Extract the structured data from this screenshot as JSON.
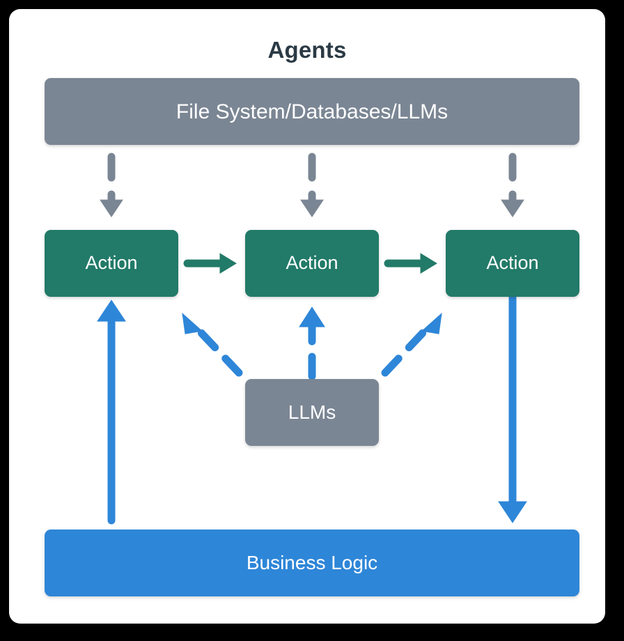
{
  "diagram": {
    "title": "Agents",
    "frame": {
      "background": "#000000",
      "card_background": "#ffffff"
    },
    "colors": {
      "gray": "#7b8694",
      "green": "#227a68",
      "blue": "#2e86d8",
      "title": "#2b3a45",
      "node_text": "#ffffff"
    },
    "nodes": {
      "datasources": {
        "label": "File System/Databases/LLMs",
        "color": "#7b8694"
      },
      "action_1": {
        "label": "Action",
        "color": "#227a68"
      },
      "action_2": {
        "label": "Action",
        "color": "#227a68"
      },
      "action_3": {
        "label": "Action",
        "color": "#227a68"
      },
      "llms": {
        "label": "LLMs",
        "color": "#7b8694"
      },
      "business_logic": {
        "label": "Business Logic",
        "color": "#2e86d8"
      }
    },
    "connections": [
      {
        "name": "datasources-to-action-1",
        "style": "dashed",
        "color": "#7b8694",
        "direction": "down"
      },
      {
        "name": "datasources-to-action-2",
        "style": "dashed",
        "color": "#7b8694",
        "direction": "down"
      },
      {
        "name": "datasources-to-action-3",
        "style": "dashed",
        "color": "#7b8694",
        "direction": "down"
      },
      {
        "name": "action-1-to-action-2",
        "style": "solid",
        "color": "#227a68",
        "direction": "right"
      },
      {
        "name": "action-2-to-action-3",
        "style": "solid",
        "color": "#227a68",
        "direction": "right"
      },
      {
        "name": "llms-to-action-1",
        "style": "dashed",
        "color": "#2e86d8",
        "direction": "up-left"
      },
      {
        "name": "llms-to-action-2",
        "style": "dashed",
        "color": "#2e86d8",
        "direction": "up"
      },
      {
        "name": "llms-to-action-3",
        "style": "dashed",
        "color": "#2e86d8",
        "direction": "up-right"
      },
      {
        "name": "business-logic-to-action-1",
        "style": "solid",
        "color": "#2e86d8",
        "direction": "up"
      },
      {
        "name": "action-3-to-business-logic",
        "style": "solid",
        "color": "#2e86d8",
        "direction": "down"
      }
    ]
  }
}
